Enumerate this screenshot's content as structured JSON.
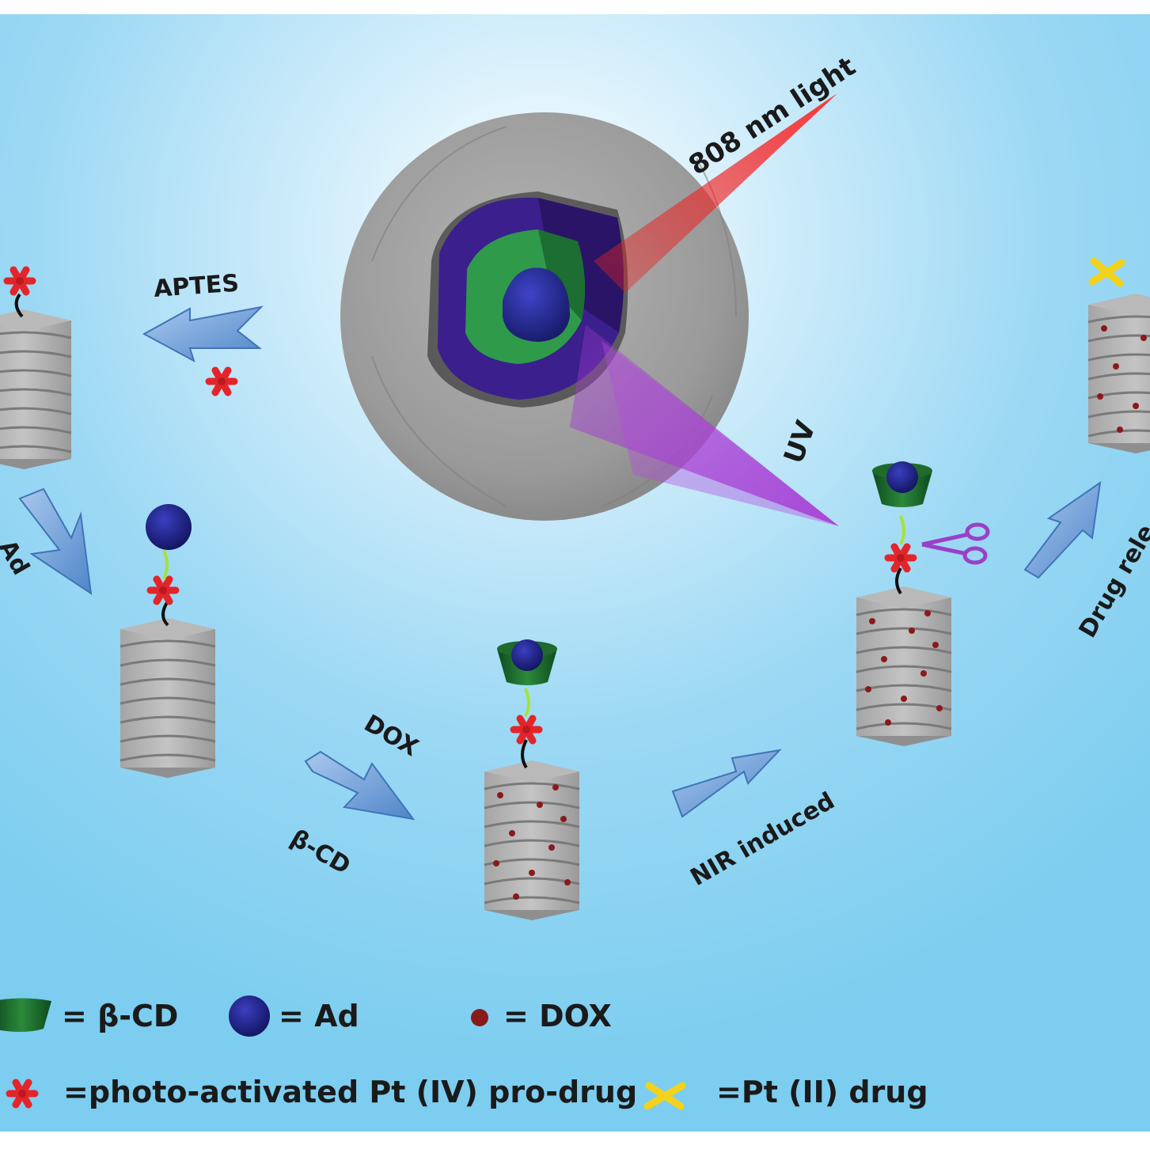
{
  "labels": {
    "light_808": "808 nm light",
    "uv": "UV",
    "aptes": "APTES",
    "ad_partial": "Ad",
    "dox": "DOX",
    "beta_cd": "β-CD",
    "nir_induced": "NIR induced",
    "drug_release_partial": "Drug rele"
  },
  "legend": {
    "beta_cd": "= β-CD",
    "ad": "= Ad",
    "dox": "= DOX",
    "pt_iv": "=photo-activated Pt (IV) pro-drug",
    "pt_ii": "=Pt (II) drug"
  },
  "colors": {
    "background": "#7fcff0",
    "shell": "#9a9a9a",
    "purple_layer": "#3b1f8c",
    "green_layer": "#2e9a4a",
    "core": "#24268a",
    "nir_beam": "#e02020",
    "uv_beam": "#a23bd0",
    "arrow": "#6a9cd6",
    "prodrug_star": "#e3252a",
    "pt_ii_cross": "#f2d21a",
    "dox_dot": "#8a1a1a"
  }
}
